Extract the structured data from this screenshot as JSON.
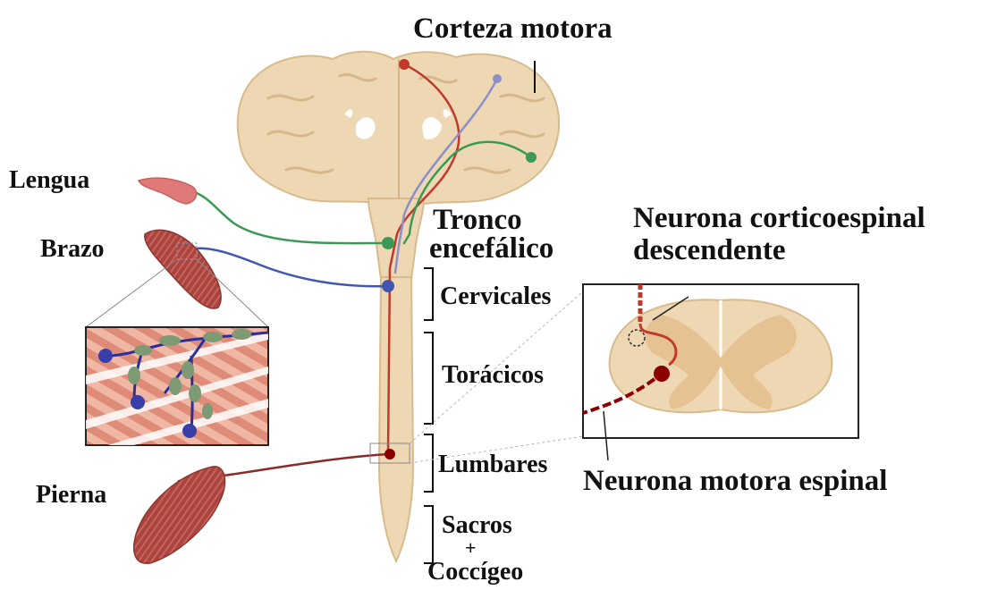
{
  "labels": {
    "corteza_motora": "Corteza motora",
    "lengua": "Lengua",
    "brazo": "Brazo",
    "pierna": "Pierna",
    "tronco_line1": "Tronco",
    "tronco_line2": "encefálico",
    "cervicales": "Cervicales",
    "toracicos": "Torácicos",
    "lumbares": "Lumbares",
    "sacros": "Sacros",
    "plus": "+",
    "coccigeo": "Coccígeo",
    "corticoespinal_line1": "Neurona corticoespinal",
    "corticoespinal_line2": "descendente",
    "motora_espinal": "Neurona motora espinal"
  },
  "colors": {
    "tissue": "#eed8b4",
    "tissue_dark": "#dfc092",
    "gray_matter": "#e6c292",
    "neuron_red": "#c0392b",
    "neuron_dark_red": "#8b0000",
    "neuron_lilac": "#8e8ec8",
    "neuron_green": "#3a9a55",
    "neuron_blue": "#4056b0",
    "muscle": "#a9443e",
    "muscle_light": "#d8736a",
    "tongue": "#e07a7a",
    "nmj_green": "#7d9a74",
    "nmj_blue": "#3a3ea8",
    "line_text": "#111111"
  }
}
